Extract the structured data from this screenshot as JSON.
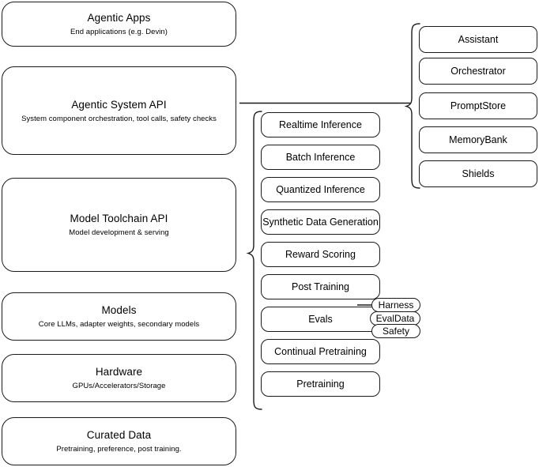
{
  "diagram": {
    "title": "Agentic AI Stack Architecture",
    "stroke_color": "#1a1a1a",
    "background_color": "#ffffff",
    "text_color": "#000000"
  },
  "stack_layers": [
    {
      "title": "Agentic Apps",
      "subtitle": "End applications (e.g. Devin)"
    },
    {
      "title": "Agentic System API",
      "subtitle": "System component orchestration, tool calls, safety checks"
    },
    {
      "title": "Model Toolchain API",
      "subtitle": "Model development & serving"
    },
    {
      "title": "Models",
      "subtitle": "Core LLMs, adapter weights, secondary models"
    },
    {
      "title": "Hardware",
      "subtitle": "GPUs/Accelerators/Storage"
    },
    {
      "title": "Curated Data",
      "subtitle": "Pretraining, preference, post training."
    }
  ],
  "toolchain_capabilities": [
    {
      "label": "Realtime Inference"
    },
    {
      "label": "Batch Inference"
    },
    {
      "label": "Quantized Inference"
    },
    {
      "label": "Synthetic Data Generation"
    },
    {
      "label": "Reward Scoring"
    },
    {
      "label": "Post Training"
    },
    {
      "label": "Evals"
    },
    {
      "label": "Continual Pretraining"
    },
    {
      "label": "Pretraining"
    }
  ],
  "eval_subcomponents": [
    {
      "label": "Harness"
    },
    {
      "label": "EvalData"
    },
    {
      "label": "Safety"
    }
  ],
  "system_components": [
    {
      "label": "Assistant"
    },
    {
      "label": "Orchestrator"
    },
    {
      "label": "PromptStore"
    },
    {
      "label": "MemoryBank"
    },
    {
      "label": "Shields"
    }
  ]
}
